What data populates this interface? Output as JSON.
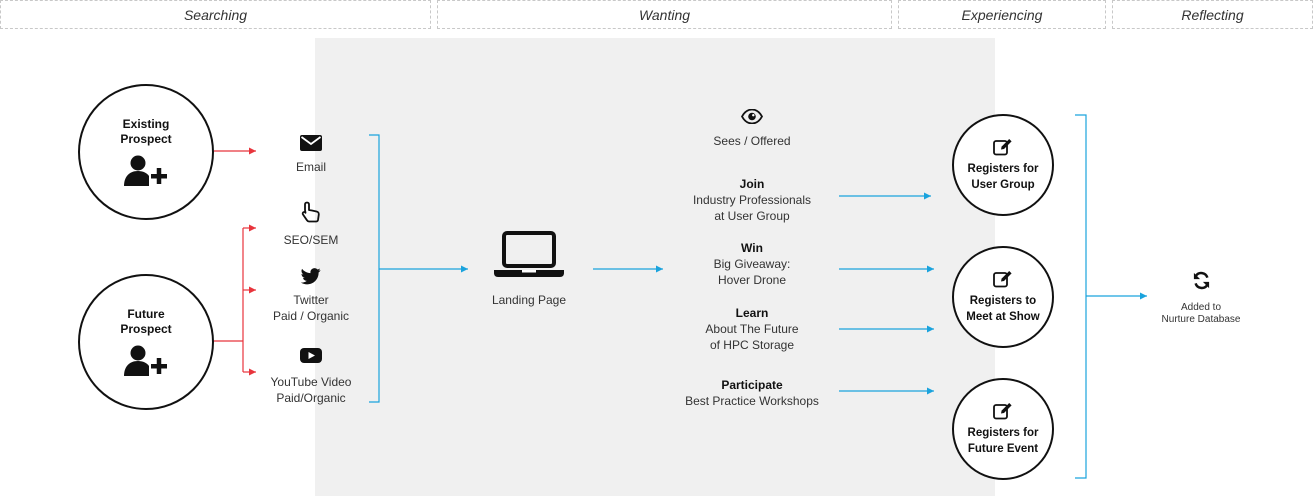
{
  "phases": [
    "Searching",
    "Wanting",
    "Experiencing",
    "Reflecting"
  ],
  "prospects": {
    "existing": [
      "Existing",
      "Prospect"
    ],
    "future": [
      "Future",
      "Prospect"
    ]
  },
  "channels": {
    "email": [
      "Email"
    ],
    "seo": [
      "SEO/SEM"
    ],
    "twitter": [
      "Twitter",
      "Paid / Organic"
    ],
    "youtube": [
      "YouTube Video",
      "Paid/Organic"
    ]
  },
  "landing": "Landing Page",
  "offers": {
    "sees": "Sees / Offered",
    "join": {
      "title": "Join",
      "lines": [
        "Industry Professionals",
        "at User Group"
      ]
    },
    "win": {
      "title": "Win",
      "lines": [
        "Big Giveaway:",
        "Hover Drone"
      ]
    },
    "learn": {
      "title": "Learn",
      "lines": [
        "About The Future",
        "of HPC Storage"
      ]
    },
    "participate": {
      "title": "Participate",
      "lines": [
        "Best Practice Workshops"
      ]
    }
  },
  "registers": {
    "user_group": [
      "Registers for",
      "User Group"
    ],
    "show": [
      "Registers to",
      "Meet at Show"
    ],
    "future_event": [
      "Registers for",
      "Future Event"
    ]
  },
  "outcome": [
    "Added to",
    "Nurture Database"
  ],
  "colors": {
    "red": "#e8343c",
    "blue": "#1aa3dd",
    "panel": "#f0f0f0",
    "icon": "#111111"
  },
  "icons": [
    "add-user-icon",
    "envelope-icon",
    "pointer-hand-icon",
    "twitter-bird-icon",
    "youtube-play-icon",
    "laptop-icon",
    "eye-icon",
    "edit-icon",
    "refresh-icon"
  ]
}
